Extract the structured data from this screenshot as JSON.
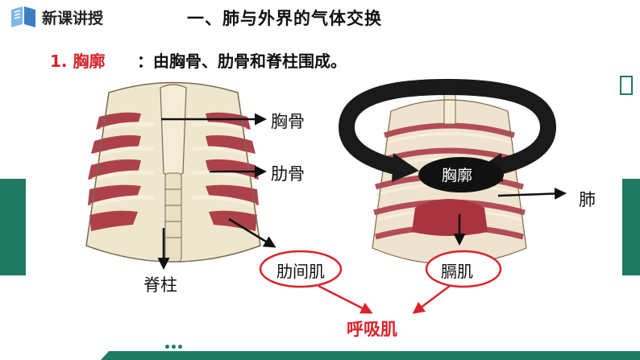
{
  "header": {
    "section": "新课讲授",
    "title": "一、肺与外界的气体交换"
  },
  "point": {
    "label": "1. 胸廓",
    "text": "：由胸骨、肋骨和脊柱围成。"
  },
  "left_figure": {
    "sternum": "胸骨",
    "rib": "肋骨",
    "spine": "脊柱",
    "intercostal": "肋间肌"
  },
  "right_figure": {
    "thorax": "胸廓",
    "lung": "肺",
    "diaphragm": "膈肌"
  },
  "result": "呼吸肌",
  "colors": {
    "accent_red": "#d9232a",
    "brand_green": "#1f7a63",
    "muscle": "#a83440"
  }
}
